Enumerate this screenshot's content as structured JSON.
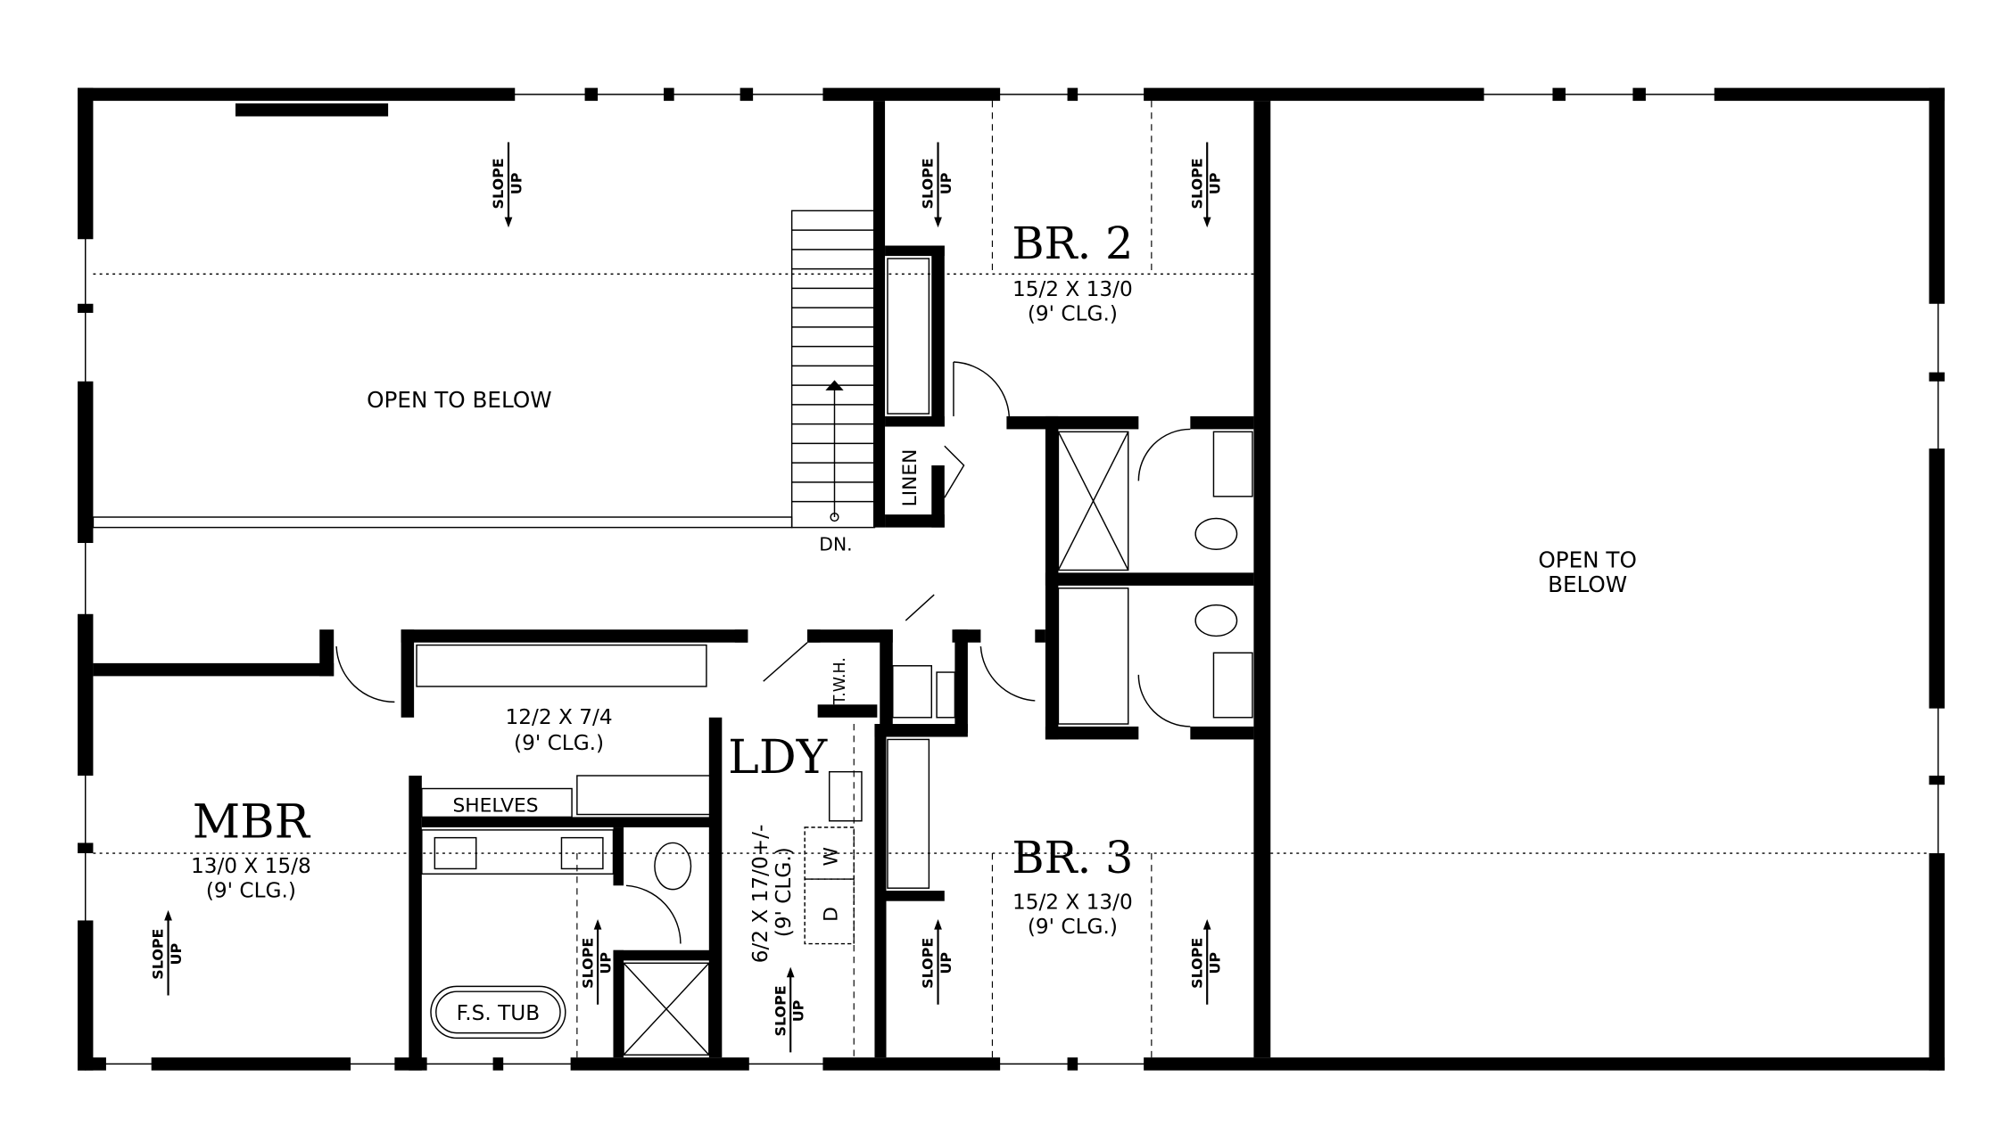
{
  "colors": {
    "walls": "#000000",
    "background": "#ffffff"
  },
  "rooms": {
    "open_left": "OPEN  TO  BELOW",
    "open_right_1": "OPEN  TO",
    "open_right_2": "BELOW",
    "br2": {
      "name": "BR. 2",
      "dims": "15/2  X  13/0",
      "clg": "(9'  CLG.)"
    },
    "br3": {
      "name": "BR. 3",
      "dims": "15/2  X  13/0",
      "clg": "(9'  CLG.)"
    },
    "mbr": {
      "name": "MBR",
      "dims": "13/0  X  15/8",
      "clg": "(9'  CLG.)"
    },
    "closet": {
      "dims": "12/2  X  7/4",
      "clg": "(9'  CLG.)"
    },
    "ldy": {
      "name": "LDY",
      "dims": "6/2  X  17/0+/-",
      "clg": "(9'  CLG.)"
    }
  },
  "fixtures": {
    "linen": "LINEN",
    "twh": "T.W.H.",
    "shelves": "SHELVES",
    "tub": "F.S. TUB",
    "washer": "W",
    "dryer": "D"
  },
  "stairs": {
    "label": "DN."
  },
  "slope": {
    "line1": "SLOPE",
    "line2": "UP"
  }
}
